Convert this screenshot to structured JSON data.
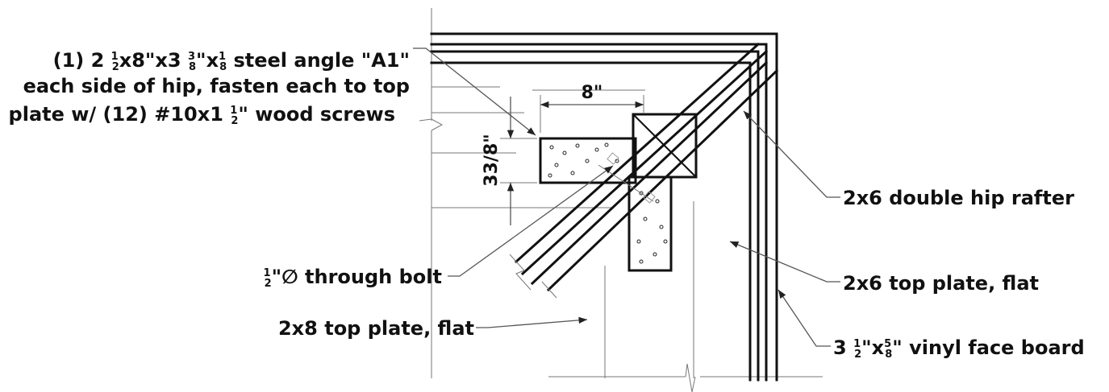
{
  "callouts": {
    "angle_line1_prefix": "(1) 2 ",
    "angle_line1_mid1": "x8\"x3 ",
    "angle_line1_mid2": "x",
    "angle_line1_suffix": " steel angle \"A1\"",
    "frac_half_num": "1",
    "frac_half_den": "2",
    "frac_38_num": "3",
    "frac_38_den": "8",
    "frac_18_num": "1",
    "frac_18_den": "8",
    "frac_58_num": "5",
    "frac_58_den": "8",
    "inch_mark": "\"",
    "angle_line2": "each side of hip, fasten each to top",
    "angle_line3_prefix": "plate w/ (12) #10x1 ",
    "angle_line3_suffix": " wood screws",
    "bolt_suffix": "∅ through bolt",
    "top_plate_2x8": "2x8 top plate, flat",
    "hip_rafter": "2x6 double hip rafter",
    "top_plate_2x6": "2x6 top plate, flat",
    "face_board_prefix": "3 ",
    "face_board_mid": "x",
    "face_board_suffix": " vinyl face board"
  },
  "dimensions": {
    "width_label": "8\"",
    "height_label": "33/8\""
  },
  "colors": {
    "ink": "#111111",
    "leader": "#555555",
    "hidden": "#777777"
  }
}
